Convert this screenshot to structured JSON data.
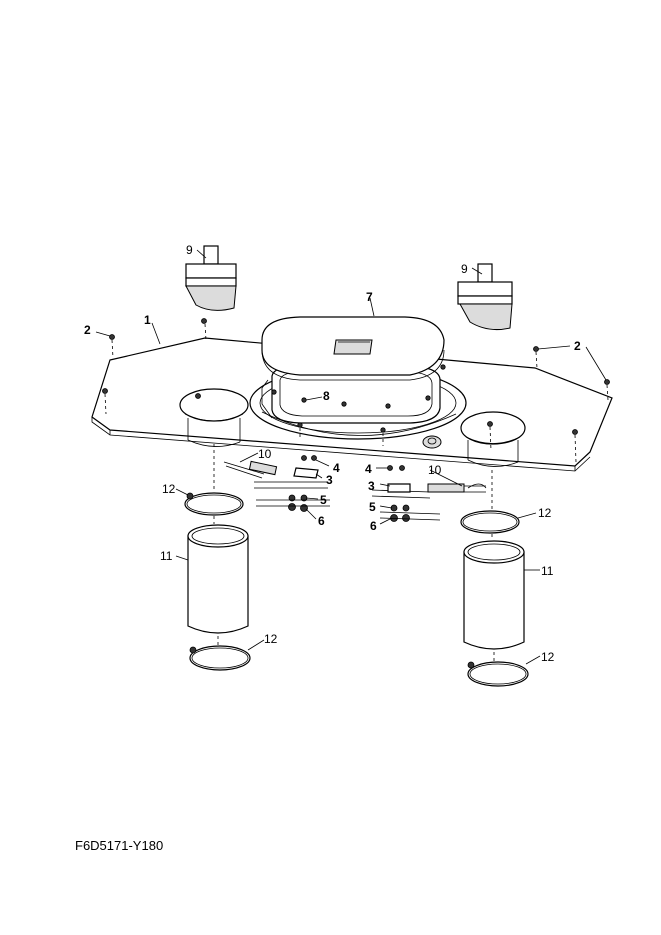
{
  "figure_code": "F6D5171-Y180",
  "callouts": {
    "c1": "1",
    "c2_left": "2",
    "c2_right": "2",
    "c3_left": "3",
    "c3_right": "3",
    "c4_left": "4",
    "c4_right": "4",
    "c5_left": "5",
    "c5_right": "5",
    "c6_left": "6",
    "c6_right": "6",
    "c7": "7",
    "c8": "8",
    "c9_left": "9",
    "c9_right": "9",
    "c10_left": "10",
    "c10_right": "10",
    "c11_left": "11",
    "c11_right": "11",
    "c12_left_top": "12",
    "c12_left_bottom": "12",
    "c12_right_top": "12",
    "c12_right_bottom": "12"
  }
}
